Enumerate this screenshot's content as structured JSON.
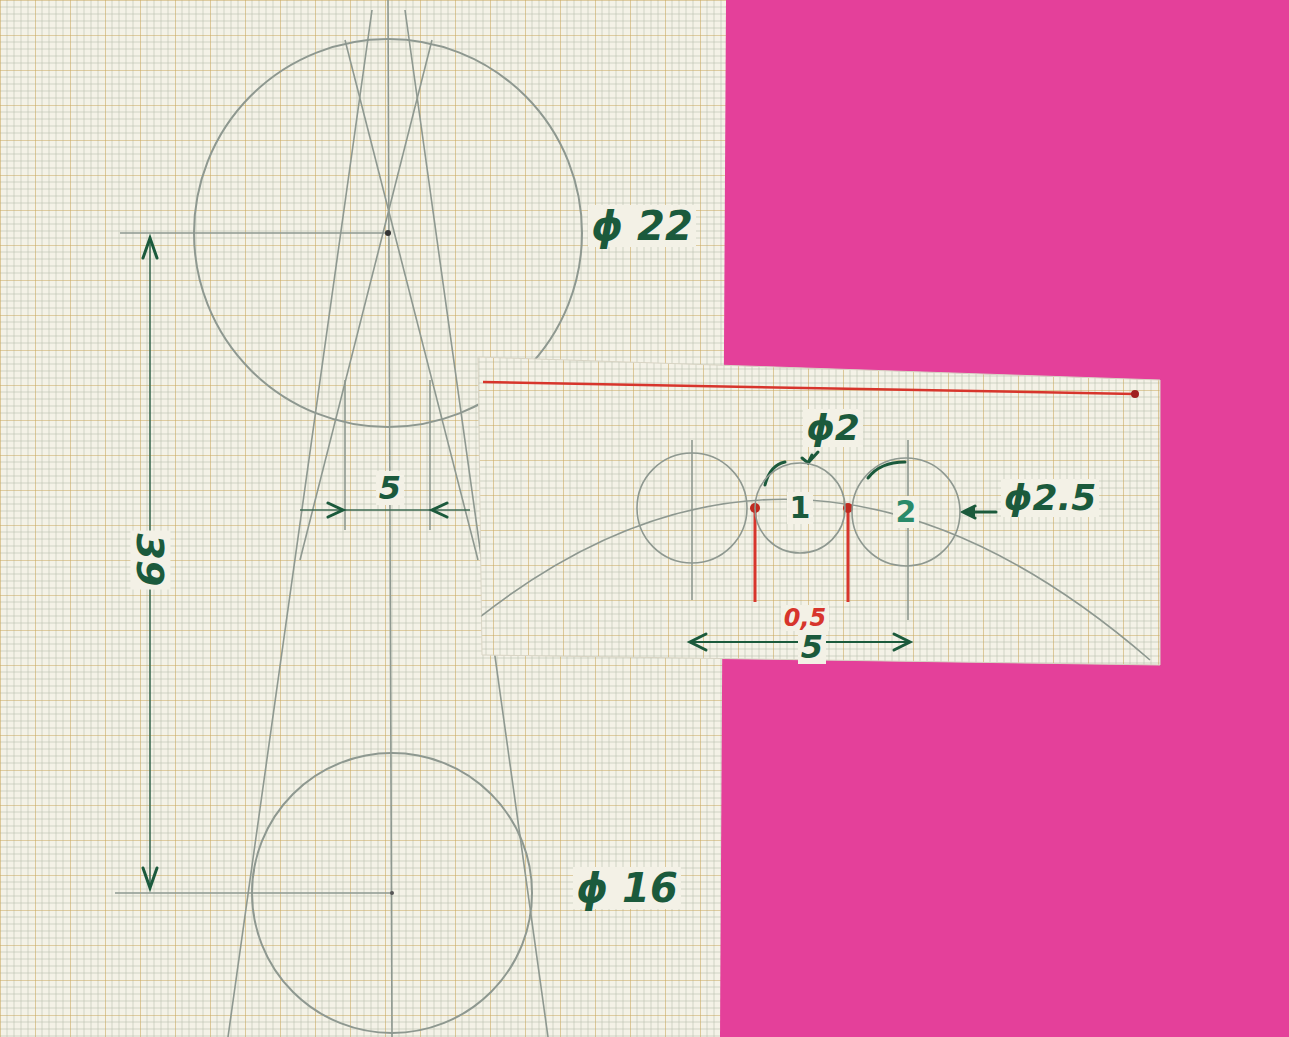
{
  "diagram": {
    "nodes": [
      {
        "text": [
          "1"
        ]
      },
      {
        "text": [
          "2"
        ]
      }
    ],
    "labels": [
      "ϕ 22",
      "39",
      "5",
      "ϕ 16",
      "ϕ2",
      "ϕ2.5",
      "0,5",
      "5"
    ]
  }
}
